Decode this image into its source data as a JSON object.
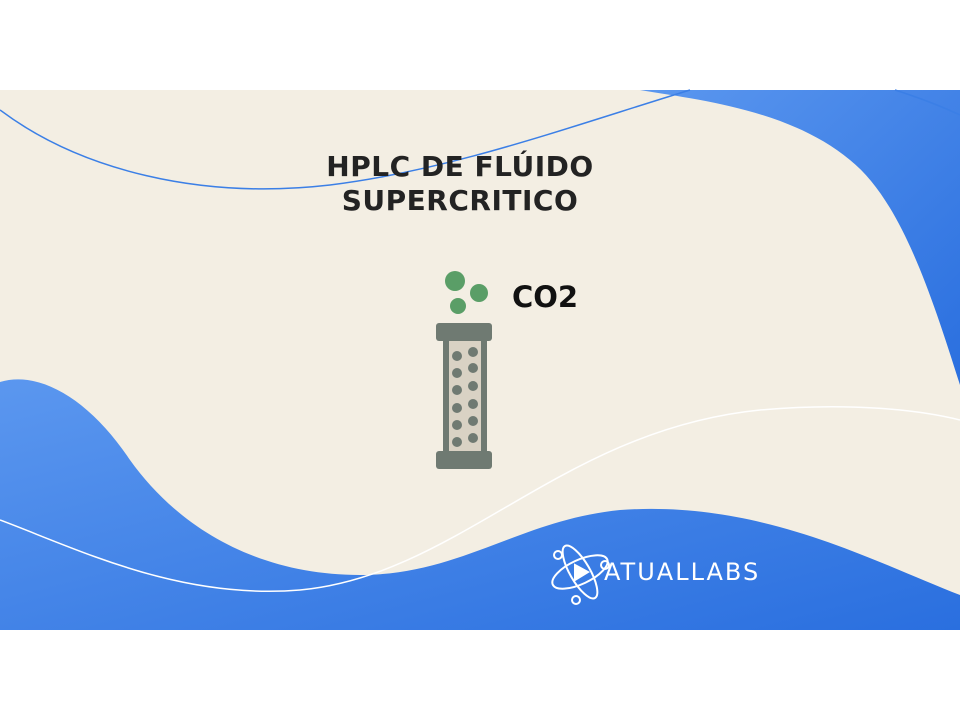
{
  "title": {
    "line1": "HPLC DE FLÚIDO",
    "line2": "SUPERCRITICO"
  },
  "label": "CO2",
  "brand": "ATUALLABS",
  "colors": {
    "background": "#f3eee3",
    "blue": "#3b7fe6",
    "column": "#6f7a72",
    "molecule": "#5a9e67"
  }
}
